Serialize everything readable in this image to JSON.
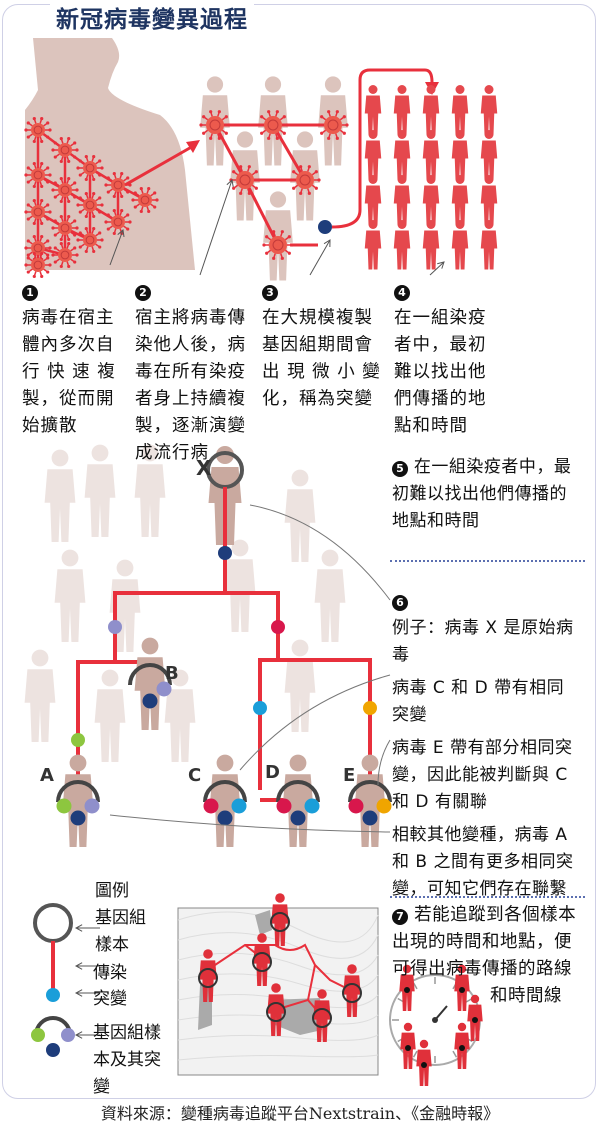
{
  "title": "新冠病毒變異過程",
  "steps": [
    {
      "num": "1",
      "lines": [
        "病毒在宿主",
        "體內多次自",
        "行 快 速 複",
        "製，從而開",
        "始擴散"
      ]
    },
    {
      "num": "2",
      "lines": [
        "宿主將病毒傳",
        "染他人後，病",
        "毒在所有染疫",
        "者身上持續複",
        "製，逐漸演變",
        "成流行病"
      ]
    },
    {
      "num": "3",
      "lines": [
        "在大規模複製",
        "基因組期間會",
        "出 現 微 小 變",
        "化，稱為突變"
      ]
    },
    {
      "num": "4",
      "lines": [
        "在一組染疫",
        "者中，最初",
        "難以找出他",
        "們傳播的地",
        "點和時間"
      ]
    }
  ],
  "step5": {
    "num": "5",
    "lines": [
      "在一組染疫者中，最",
      "初難以找出他們傳播的",
      "地點和時間"
    ]
  },
  "step6": {
    "num": "6",
    "notes": [
      [
        "例子：病毒 X 是原始病",
        "毒"
      ],
      [
        "病毒 C 和 D 帶有相同",
        "突變"
      ],
      [
        "病毒 E 帶有部分相同突",
        "變，因此能被判斷與 C",
        "和 D 有關聯"
      ],
      [
        "相較其他變種，病毒 A",
        "和 B 之間有更多相同突",
        "變，可知它們存在聯繫"
      ]
    ]
  },
  "step7": {
    "num": "7",
    "lines": [
      "若能追蹤到各個樣本",
      "出現的時間和地點，便",
      "可得出病毒傳播的路線",
      "和時間線"
    ]
  },
  "tree_labels": {
    "x": "X",
    "a": "A",
    "b": "B",
    "c": "C",
    "d": "D",
    "e": "E"
  },
  "legend": {
    "title": "圖例",
    "sample": [
      "基因組",
      "樣本"
    ],
    "transmission": "傳染",
    "mutation": "突變",
    "sample_mutation": [
      "基因組樣",
      "本及其突",
      "變"
    ]
  },
  "source": "資料來源：變種病毒追蹤平台Nextstrain、《金融時報》",
  "colors": {
    "red": "#e8303c",
    "navy": "#1e3d7b",
    "skin": "#dcc4bd",
    "green": "#8dc63f",
    "lavender": "#8f8fcb",
    "crimson": "#d8174c",
    "cyan": "#1a9ed9",
    "orange": "#f0a500",
    "title": "#1e3461"
  }
}
